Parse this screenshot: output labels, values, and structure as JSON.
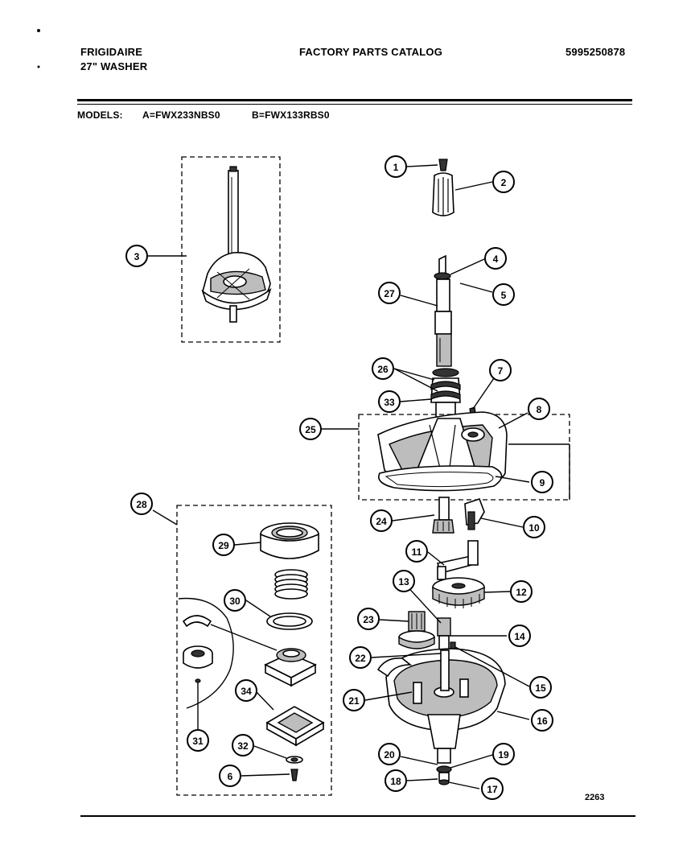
{
  "header": {
    "brand": "FRIGIDAIRE",
    "product": "27\" WASHER",
    "title": "FACTORY PARTS CATALOG",
    "doc_number": "5995250878"
  },
  "models": {
    "label": "MODELS:",
    "a": "A=FWX233NBS0",
    "b": "B=FWX133RBS0"
  },
  "callouts": [
    "1",
    "2",
    "3",
    "4",
    "5",
    "27",
    "26",
    "7",
    "33",
    "8",
    "25",
    "9",
    "28",
    "24",
    "10",
    "29",
    "11",
    "12",
    "30",
    "13",
    "23",
    "14",
    "22",
    "15",
    "21",
    "16",
    "34",
    "31",
    "32",
    "20",
    "19",
    "6",
    "18",
    "17"
  ],
  "footer": {
    "figure_code": "2263"
  }
}
